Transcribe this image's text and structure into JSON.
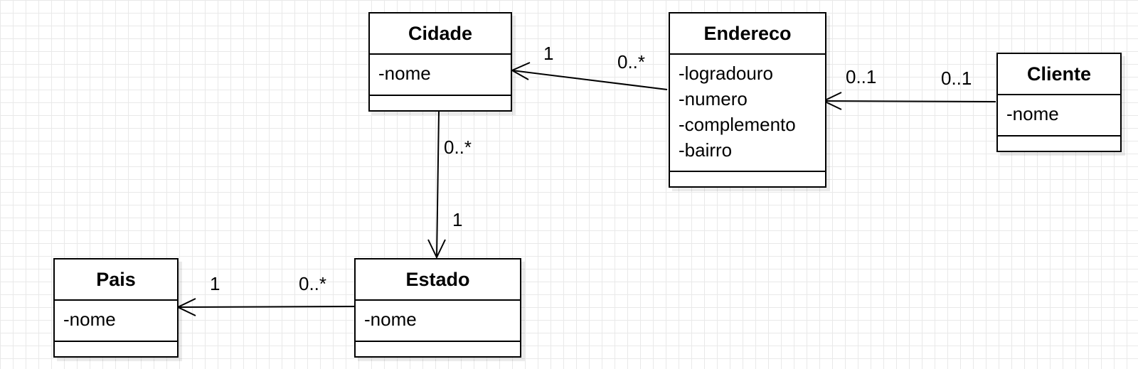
{
  "classes": {
    "cidade": {
      "name": "Cidade",
      "attributes": [
        "-nome"
      ]
    },
    "endereco": {
      "name": "Endereco",
      "attributes": [
        "-logradouro",
        "-numero",
        "-complemento",
        "-bairro"
      ]
    },
    "cliente": {
      "name": "Cliente",
      "attributes": [
        "-nome"
      ]
    },
    "pais": {
      "name": "Pais",
      "attributes": [
        "-nome"
      ]
    },
    "estado": {
      "name": "Estado",
      "attributes": [
        "-nome"
      ]
    }
  },
  "associations": {
    "endereco_cidade": {
      "source": "Endereco",
      "target": "Cidade",
      "target_multiplicity": "1",
      "source_multiplicity": "0..*"
    },
    "cliente_endereco": {
      "source": "Cliente",
      "target": "Endereco",
      "target_multiplicity": "0..1",
      "source_multiplicity": "0..1"
    },
    "cidade_estado": {
      "source": "Cidade",
      "target": "Estado",
      "source_multiplicity": "0..*",
      "target_multiplicity": "1"
    },
    "estado_pais": {
      "source": "Estado",
      "target": "Pais",
      "target_multiplicity": "1",
      "source_multiplicity": "0..*"
    }
  }
}
